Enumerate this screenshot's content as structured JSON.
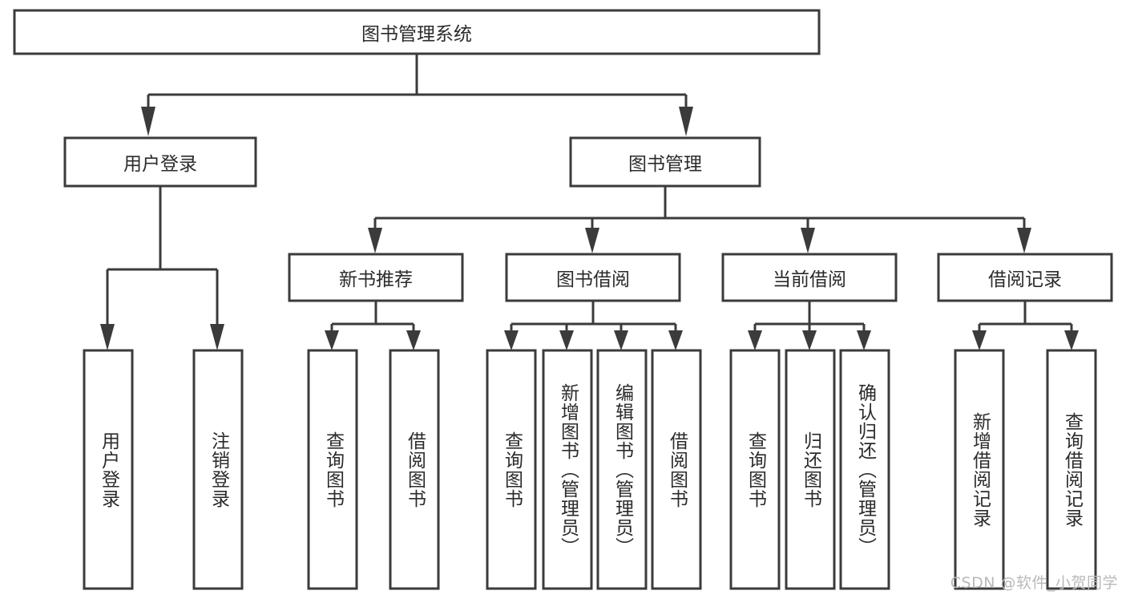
{
  "diagram": {
    "title": "图书管理系统",
    "type": "tree-hierarchy-chart",
    "watermark": "CSDN @软件_小贺同学",
    "colors": {
      "stroke": "#3b3b3b",
      "box_fill": "#ffffff",
      "text": "#2b2b2b",
      "watermark": "#b9b9b9",
      "background": "#ffffff"
    },
    "root": {
      "label": "图书管理系统"
    },
    "level1": [
      {
        "label": "用户登录"
      },
      {
        "label": "图书管理"
      }
    ],
    "level2": [
      {
        "label": "新书推荐"
      },
      {
        "label": "图书借阅"
      },
      {
        "label": "当前借阅"
      },
      {
        "label": "借阅记录"
      }
    ],
    "leaves": {
      "user_login": [
        {
          "label": "用户登录"
        },
        {
          "label": "注销登录"
        }
      ],
      "new_book_recommend": [
        {
          "label": "查询图书"
        },
        {
          "label": "借阅图书"
        }
      ],
      "book_borrow": [
        {
          "label": "查询图书"
        },
        {
          "label": "新增图书（管理员）"
        },
        {
          "label": "编辑图书（管理员）"
        },
        {
          "label": "借阅图书"
        }
      ],
      "current_borrow": [
        {
          "label": "查询图书"
        },
        {
          "label": "归还图书"
        },
        {
          "label": "确认归还（管理员）"
        }
      ],
      "borrow_records": [
        {
          "label": "新增借阅记录"
        },
        {
          "label": "查询借阅记录"
        }
      ]
    }
  }
}
